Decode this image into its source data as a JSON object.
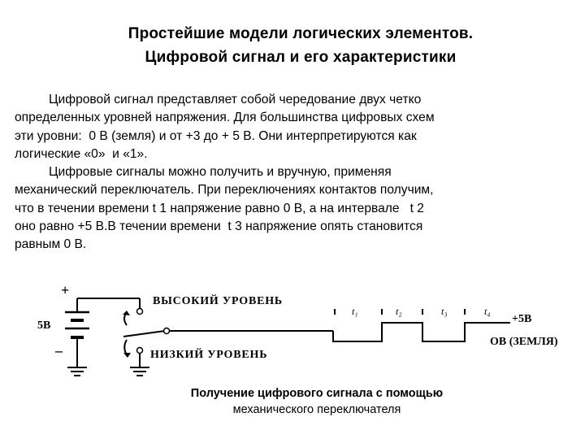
{
  "slide": {
    "title_line1": "Простейшие модели логических элементов.",
    "title_line2": "Цифровой сигнал и его характеристики"
  },
  "body": {
    "lines": [
      "Цифровой сигнал представляет собой чередование двух четко",
      "определенных уровней напряжения. Для большинства цифровых схем",
      "эти уровни:  0 В (земля) и от +3 до + 5 В. Они интерпретируются как",
      "логические «0»  и «1».",
      "Цифровые сигналы можно получить и вручную, применяя",
      "механический переключатель. При переключениях контактов получим,",
      "что в течении времени t 1 напряжение равно 0 В, а на интервале   t 2",
      "оно равно +5 В.В течении времени  t 3 напряжение опять становится",
      "равным 0 В."
    ]
  },
  "diagram": {
    "plus_sign": "+",
    "minus_sign": "–",
    "battery_label": "5В",
    "high_level_label": "ВЫСОКИЙ УРОВЕНЬ",
    "low_level_label": "НИЗКИЙ УРОВЕНЬ",
    "time_labels": [
      "t₁",
      "t₂",
      "t₃",
      "t₄"
    ],
    "plus5v_label": "+5В",
    "ground_label": "ОВ (ЗЕМЛЯ)"
  },
  "caption": {
    "line1": "Получение цифрового сигнала с помощью",
    "line2": "механического переключателя"
  }
}
